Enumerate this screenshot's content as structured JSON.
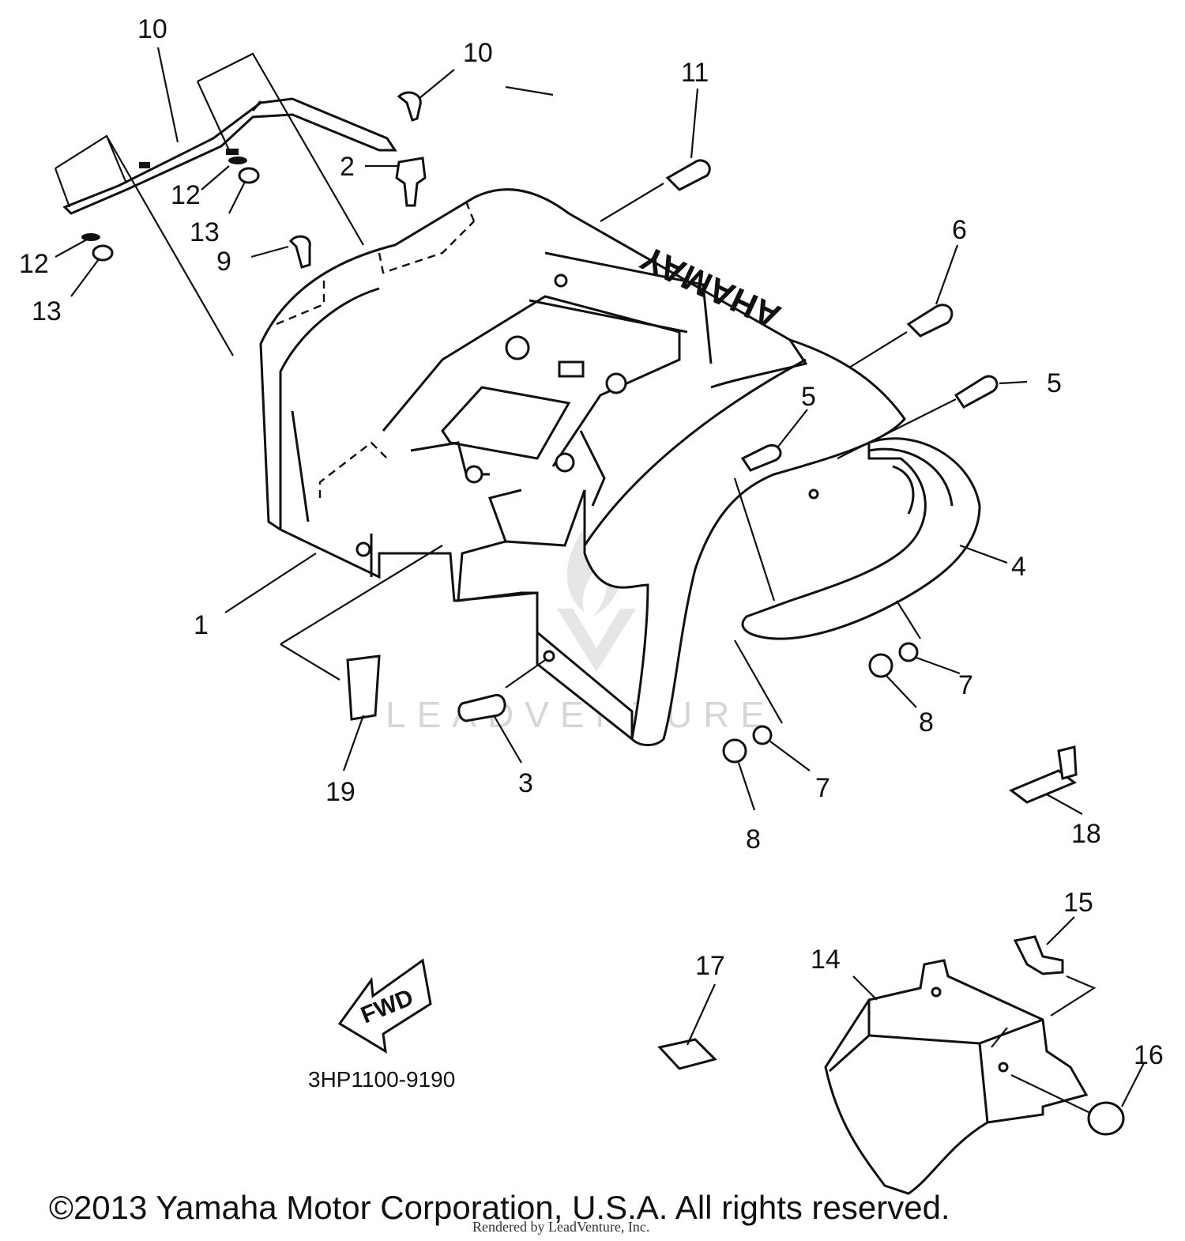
{
  "diagram": {
    "callouts": [
      {
        "id": "c1",
        "label": "1"
      },
      {
        "id": "c2",
        "label": "2"
      },
      {
        "id": "c3",
        "label": "3"
      },
      {
        "id": "c4",
        "label": "4"
      },
      {
        "id": "c5a",
        "label": "5"
      },
      {
        "id": "c5b",
        "label": "5"
      },
      {
        "id": "c6",
        "label": "6"
      },
      {
        "id": "c7a",
        "label": "7"
      },
      {
        "id": "c7b",
        "label": "7"
      },
      {
        "id": "c8a",
        "label": "8"
      },
      {
        "id": "c8b",
        "label": "8"
      },
      {
        "id": "c9",
        "label": "9"
      },
      {
        "id": "c10a",
        "label": "10"
      },
      {
        "id": "c10b",
        "label": "10"
      },
      {
        "id": "c11",
        "label": "11"
      },
      {
        "id": "c12a",
        "label": "12"
      },
      {
        "id": "c12b",
        "label": "12"
      },
      {
        "id": "c13a",
        "label": "13"
      },
      {
        "id": "c13b",
        "label": "13"
      },
      {
        "id": "c14",
        "label": "14"
      },
      {
        "id": "c15",
        "label": "15"
      },
      {
        "id": "c16",
        "label": "16"
      },
      {
        "id": "c17",
        "label": "17"
      },
      {
        "id": "c18",
        "label": "18"
      },
      {
        "id": "c19",
        "label": "19"
      }
    ],
    "fender_logo": "YAMAHA",
    "fwd_label": "FWD",
    "part_number": "3HP1100-9190",
    "watermark": "LEADVENTURE",
    "copyright": "©2013 Yamaha Motor Corporation, U.S.A. All rights reserved.",
    "rendered_by": "Rendered by LeadVenture, Inc."
  }
}
